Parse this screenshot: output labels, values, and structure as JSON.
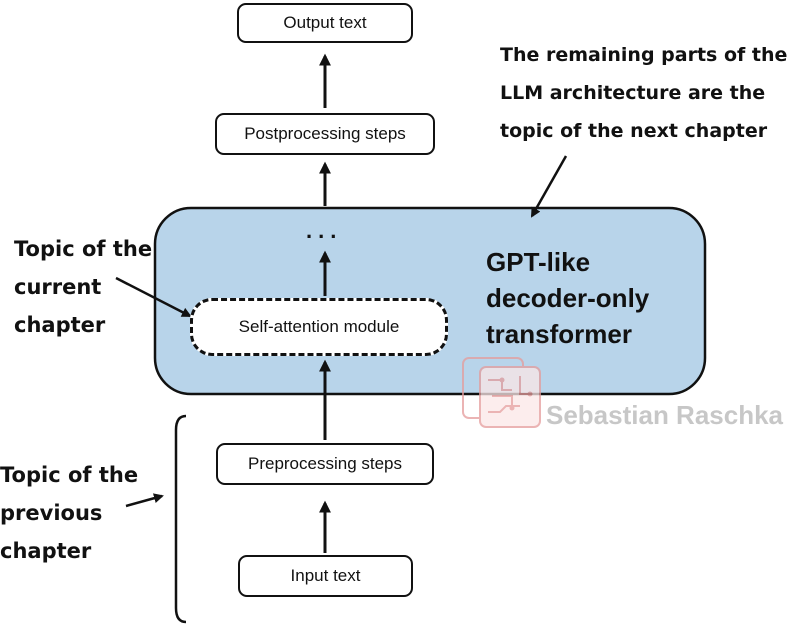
{
  "boxes": {
    "output": "Output text",
    "postprocessing": "Postprocessing steps",
    "self_attention": "Self-attention module",
    "preprocessing": "Preprocessing steps",
    "input": "Input text"
  },
  "transformer_label": [
    "GPT-like",
    "decoder-only",
    "transformer"
  ],
  "ellipsis": "...",
  "notes": {
    "current": [
      "Topic of the",
      "current",
      "chapter"
    ],
    "previous": [
      "Topic of the",
      "previous",
      "chapter"
    ],
    "next": [
      "The remaining parts of the",
      "LLM architecture are the",
      "topic of the next chapter"
    ]
  },
  "watermark": "Sebastian Raschka",
  "colors": {
    "transformer_fill": "#b8d4ea",
    "ink": "#111111",
    "watermark": "#c7c7c7",
    "logo": "#e59c9c"
  }
}
